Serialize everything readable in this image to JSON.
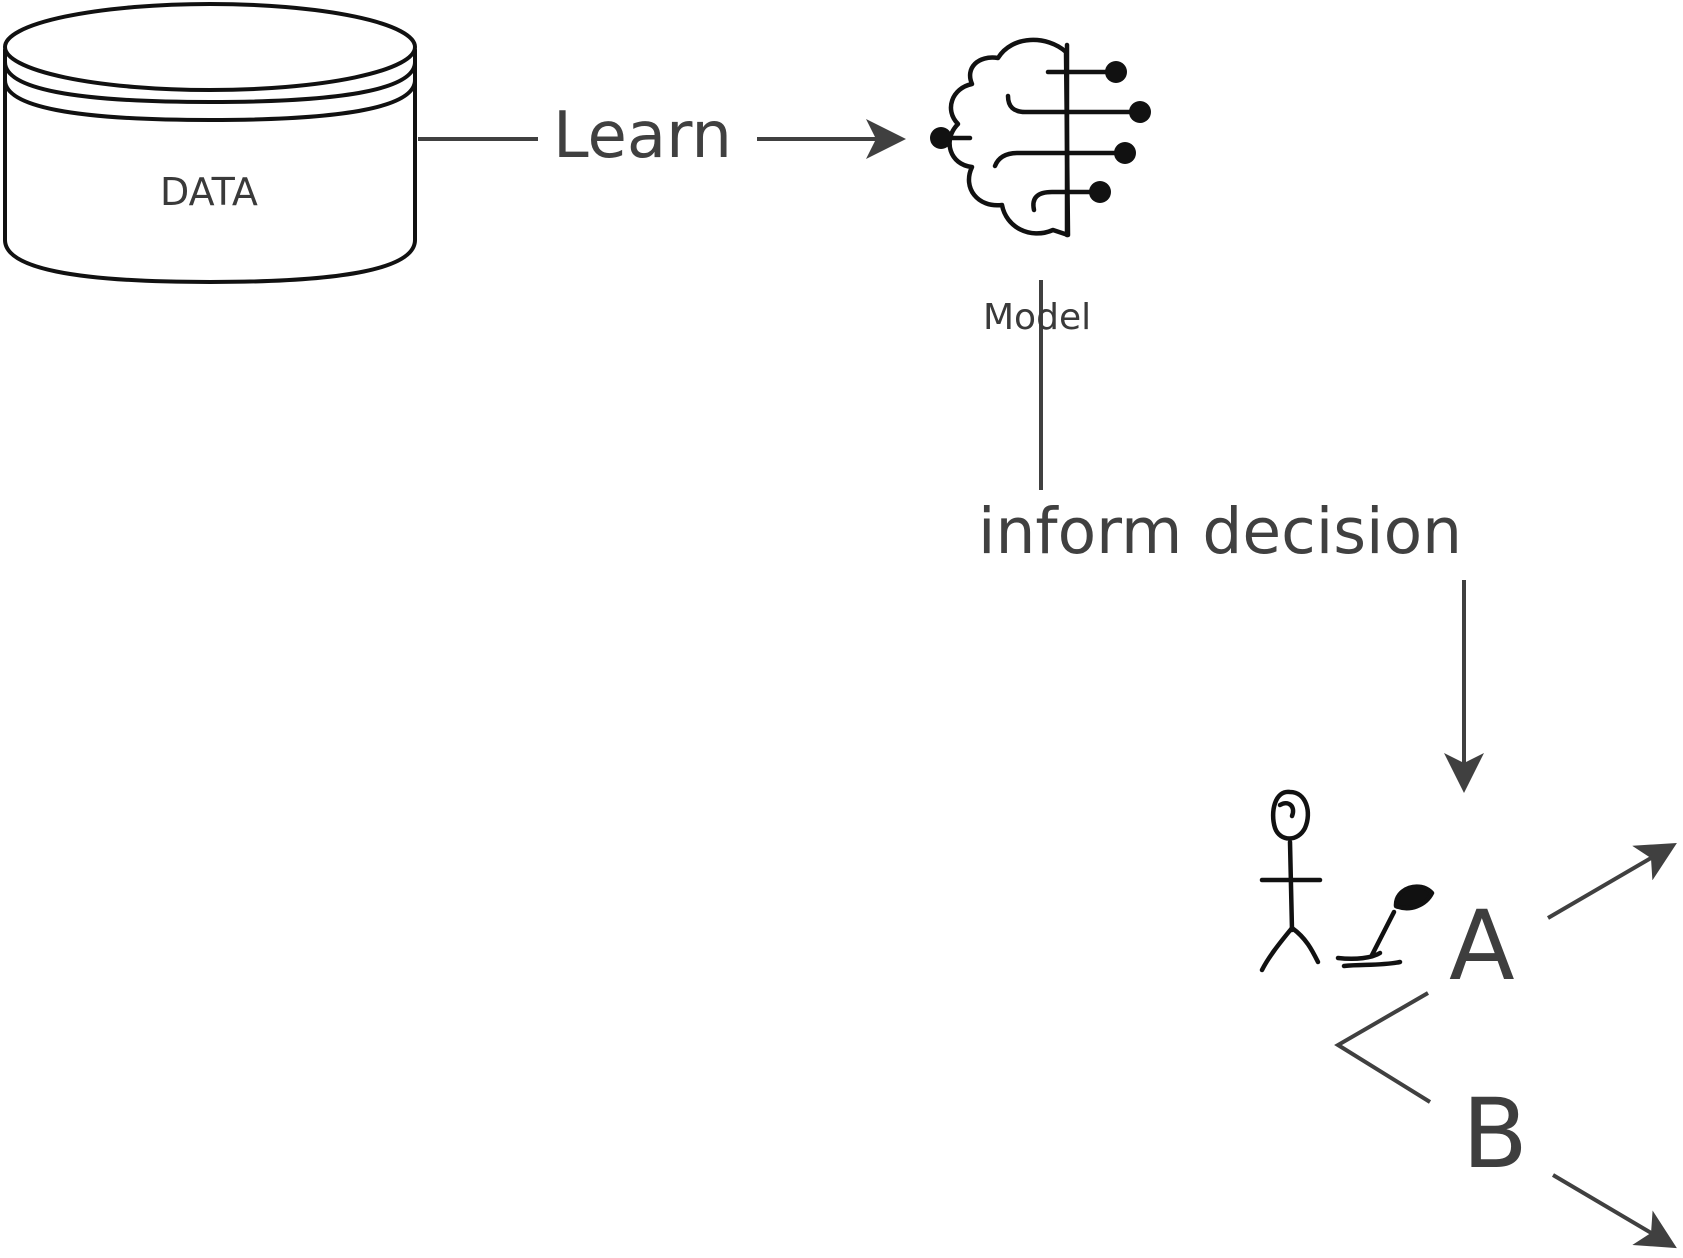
{
  "diagram": {
    "data_store": {
      "label": "DATA",
      "icon": "database-cylinder-icon"
    },
    "model": {
      "label": "Model",
      "icon": "ai-brain-icon"
    },
    "edges": {
      "learn": "Learn",
      "inform": "inform decision"
    },
    "decision": {
      "icon": "person-at-desk-lamp-icon",
      "option_a": "A",
      "option_b": "B"
    },
    "colors": {
      "stroke": "#404040",
      "icon_stroke": "#111111"
    }
  }
}
